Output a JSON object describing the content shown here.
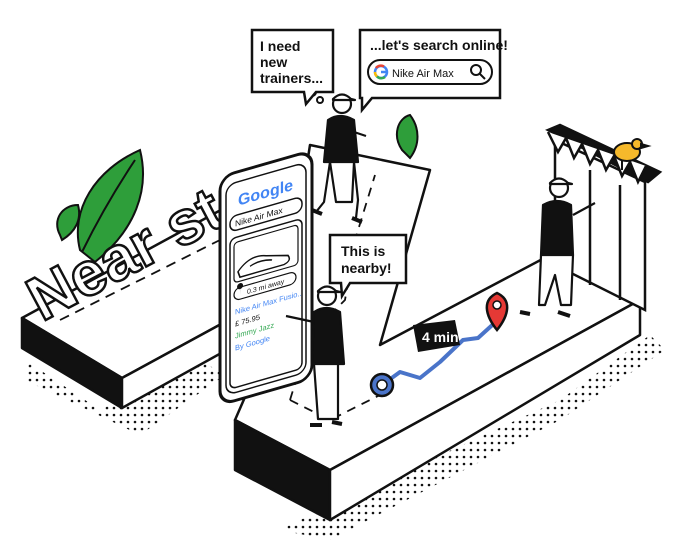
{
  "speech": {
    "bubble1": [
      "I need",
      "new",
      "trainers..."
    ],
    "bubble2": "...let's search online!",
    "bubble3": [
      "This is",
      "nearby!"
    ]
  },
  "search": {
    "query": "Nike Air Max"
  },
  "phone": {
    "logo": "Google",
    "query": "Nike Air Max",
    "distance": "0.3 mi away",
    "product_title": "Nike Air Max Fusio..",
    "price": "£ 75.95",
    "seller": "Jimmy Jazz",
    "credit": "By Google"
  },
  "brand": {
    "logo_text": "Near st"
  },
  "route": {
    "time": "4 min"
  },
  "colors": {
    "google_blue": "#4285F4",
    "google_red": "#EA4335",
    "google_yellow": "#FBBC05",
    "google_green": "#34A853",
    "leaf_green": "#2E9E3A",
    "route_blue": "#4A74C9",
    "pin_red": "#E53935",
    "bird_yellow": "#F6B92B"
  }
}
